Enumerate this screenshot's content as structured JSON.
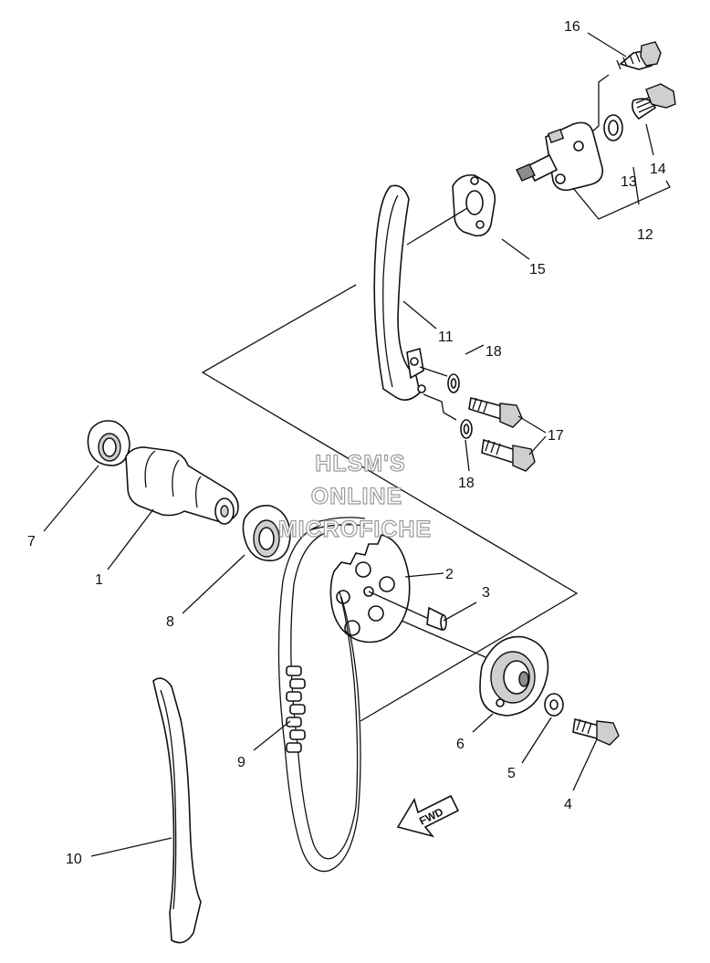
{
  "watermark": {
    "line1": "HLSM'S",
    "line2": "ONLINE",
    "line3": "MICROFICHE"
  },
  "direction_arrow": {
    "label": "FWD"
  },
  "callouts": [
    {
      "id": "c1",
      "text": "1"
    },
    {
      "id": "c2",
      "text": "2"
    },
    {
      "id": "c3",
      "text": "3"
    },
    {
      "id": "c4",
      "text": "4"
    },
    {
      "id": "c5",
      "text": "5"
    },
    {
      "id": "c6",
      "text": "6"
    },
    {
      "id": "c7",
      "text": "7"
    },
    {
      "id": "c8",
      "text": "8"
    },
    {
      "id": "c9",
      "text": "9"
    },
    {
      "id": "c10",
      "text": "10"
    },
    {
      "id": "c11",
      "text": "11"
    },
    {
      "id": "c12",
      "text": "12"
    },
    {
      "id": "c13",
      "text": "13"
    },
    {
      "id": "c14",
      "text": "14"
    },
    {
      "id": "c15",
      "text": "15"
    },
    {
      "id": "c16",
      "text": "16"
    },
    {
      "id": "c17",
      "text": "17"
    },
    {
      "id": "c18a",
      "text": "18"
    },
    {
      "id": "c18b",
      "text": "18"
    }
  ],
  "colors": {
    "line": "#111111",
    "part_fill": "#ffffff",
    "shade": "#cfcfcf",
    "watermark_outline": "#9a9a9a"
  }
}
